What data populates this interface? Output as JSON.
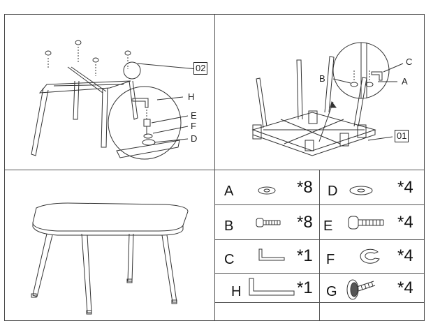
{
  "steps": {
    "step1_label": "01",
    "step2_label": "02"
  },
  "step1_callouts": {
    "a": "A",
    "b": "B",
    "c": "C"
  },
  "step2_callouts": {
    "h": "H",
    "e": "E",
    "f": "F",
    "d": "D"
  },
  "parts": [
    {
      "letter": "A",
      "qty": "*8",
      "icon": "washer-small-icon"
    },
    {
      "letter": "D",
      "qty": "*4",
      "icon": "washer-large-icon"
    },
    {
      "letter": "B",
      "qty": "*8",
      "icon": "bolt-short-icon"
    },
    {
      "letter": "E",
      "qty": "*4",
      "icon": "bolt-long-icon"
    },
    {
      "letter": "C",
      "qty": "*1",
      "icon": "allen-key-small-icon"
    },
    {
      "letter": "F",
      "qty": "*4",
      "icon": "spring-washer-icon"
    },
    {
      "letter": "H",
      "qty": "*1",
      "icon": "allen-key-large-icon"
    },
    {
      "letter": "G",
      "qty": "*4",
      "icon": "foot-glide-icon"
    }
  ]
}
